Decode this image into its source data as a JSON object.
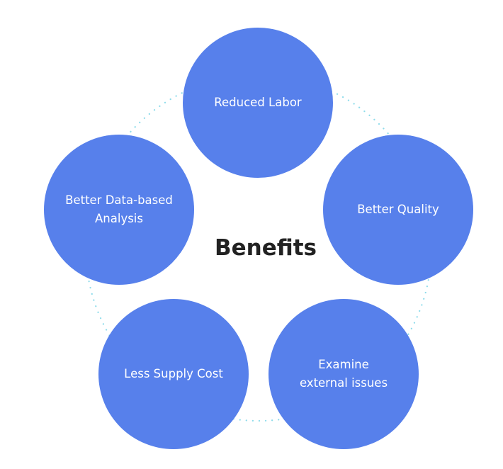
{
  "title": "Benefits",
  "colors": {
    "node_fill": "#5780EB",
    "node_text": "#FFFFFF",
    "title_text": "#222222",
    "connector": "#8FDCEB"
  },
  "nodes": [
    {
      "label": "Reduced Labor"
    },
    {
      "label": "Better Quality"
    },
    {
      "label": "Examine\nexternal issues"
    },
    {
      "label": "Less Supply Cost"
    },
    {
      "label": "Better Data-based\nAnalysis"
    }
  ]
}
